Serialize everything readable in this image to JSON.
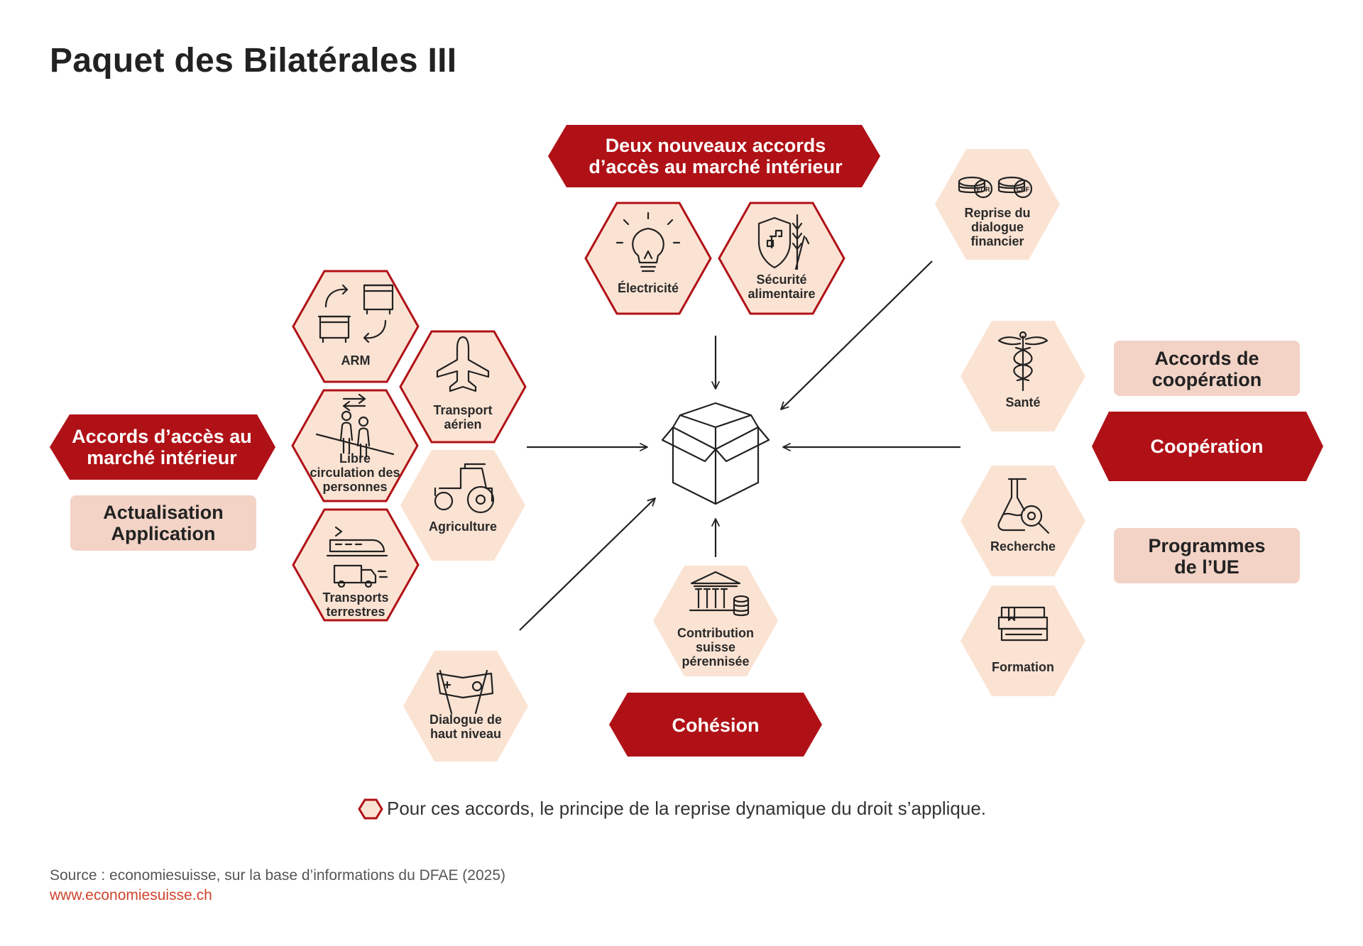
{
  "title": "Paquet des Bilatérales III",
  "colors": {
    "accent": "#b01116",
    "hex_fill": "#fbe3d3",
    "hex_border": "#b01116",
    "box_fill": "#f2d3c6"
  },
  "banners": {
    "top": [
      "Deux nouveaux accords",
      "d’accès au marché intérieur"
    ],
    "left": [
      "Accords d’accès au",
      "marché intérieur"
    ],
    "cooperation": [
      "Coopération"
    ],
    "cohesion": [
      "Cohésion"
    ]
  },
  "boxes": {
    "actualisation": [
      "Actualisation",
      "Application"
    ],
    "accords_cooperation": [
      "Accords de",
      "coopération"
    ],
    "programmes": [
      "Programmes",
      "de l’UE"
    ]
  },
  "hexagons": {
    "electricite": {
      "label": [
        "Électricité"
      ],
      "icon": "lightbulb-icon",
      "dynamic_law": true
    },
    "securite": {
      "label": [
        "Sécurité",
        "alimentaire"
      ],
      "icon": "shield-wheat-icon",
      "dynamic_law": true
    },
    "arm": {
      "label": [
        "ARM"
      ],
      "icon": "market-stalls-exchange-icon",
      "dynamic_law": true
    },
    "transport_aerien": {
      "label": [
        "Transport",
        "aérien"
      ],
      "icon": "airplane-icon",
      "dynamic_law": true
    },
    "libre_circulation": {
      "label": [
        "Libre",
        "circulation des",
        "personnes"
      ],
      "icon": "people-crossing-border-icon",
      "dynamic_law": true
    },
    "agriculture": {
      "label": [
        "Agriculture"
      ],
      "icon": "tractor-icon",
      "dynamic_law": false
    },
    "transports_terrestres": {
      "label": [
        "Transports",
        "terrestres"
      ],
      "icon": "train-truck-icon",
      "dynamic_law": true
    },
    "dialogue_financier": {
      "label": [
        "Reprise du",
        "dialogue",
        "financier"
      ],
      "icon": "coins-eur-chf-icon",
      "dynamic_law": false,
      "coin_labels": [
        "EUR",
        "CHF"
      ]
    },
    "sante": {
      "label": [
        "Santé"
      ],
      "icon": "caduceus-icon",
      "dynamic_law": false
    },
    "recherche": {
      "label": [
        "Recherche"
      ],
      "icon": "flask-magnifier-icon",
      "dynamic_law": false
    },
    "formation": {
      "label": [
        "Formation"
      ],
      "icon": "books-icon",
      "dynamic_law": false
    },
    "contribution": {
      "label": [
        "Contribution",
        "suisse",
        "pérennisée"
      ],
      "icon": "bank-coins-icon",
      "dynamic_law": false
    },
    "dialogue_haut": {
      "label": [
        "Dialogue de",
        "haut niveau"
      ],
      "icon": "crossed-flags-icon",
      "dynamic_law": false
    }
  },
  "center_icon": "open-box-icon",
  "legend": {
    "text": "Pour ces accords, le principe de la reprise dynamique du droit s’applique.",
    "icon": "hexagon-outline-icon"
  },
  "source": "Source : economiesuisse, sur la base d’informations du DFAE (2025)",
  "url": "www.economiesuisse.ch"
}
